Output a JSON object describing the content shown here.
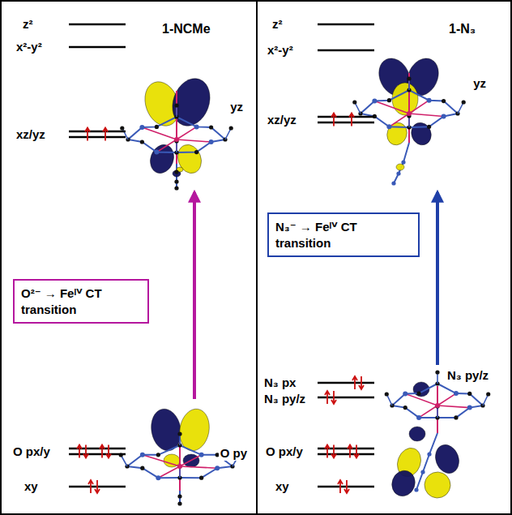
{
  "diagram": {
    "nodes": [
      {
        "text": [
          "1-NCMe"
        ]
      },
      {
        "text": [
          "O²⁻ → Feᴵⱽ CT transition"
        ],
        "in": 0
      },
      {
        "text": [
          "yz"
        ],
        "in": 0
      },
      {
        "text": [
          "O py"
        ],
        "in": 0
      },
      {
        "text": [
          "1-N₃"
        ]
      },
      {
        "text": [
          "N₃⁻ → Feᴵⱽ CT transition"
        ],
        "in": 4
      },
      {
        "text": [
          "yz"
        ],
        "in": 4
      },
      {
        "text": [
          "N₃ py/z"
        ],
        "in": 4
      }
    ],
    "edges": [
      {
        "from": 3,
        "to": 2,
        "arrow": "to"
      },
      {
        "from": 7,
        "to": 6,
        "arrow": "to"
      }
    ],
    "labels": [
      "z²",
      "x²-y²",
      "xz/yz",
      "O px/y",
      "xy",
      "z²",
      "x²-y²",
      "xz/yz",
      "N₃ px",
      "N₃ py/z",
      "O px/y",
      "xy"
    ]
  }
}
